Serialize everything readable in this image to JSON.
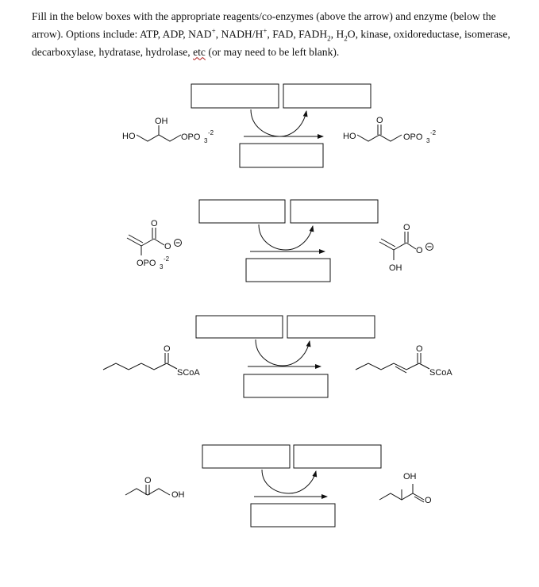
{
  "instructions": {
    "part1": "Fill in the below boxes with the appropriate reagents/co-enzymes (above the arrow) and enzyme (below the arrow).  Options include:  ATP, ADP, NAD",
    "sup_plus1": "+",
    "part2": ", NADH/H",
    "sup_plus2": "+",
    "part3": ", FAD, FADH",
    "sub_2a": "2",
    "part4": ", H",
    "sub_2b": "2",
    "part5": "O, kinase, oxidoreductase, isomerase, decarboxylase, hydratase, hydrolase, ",
    "etc": "etc",
    "part6": " (or may need to be left blank)."
  },
  "labels": {
    "oh": "OH",
    "ho": "HO",
    "o": "O",
    "opo3": "OPO",
    "sub3": "3",
    "charge": "-2",
    "scoa": "SCoA",
    "minus": "−"
  },
  "answer_boxes": {
    "r1_left": "",
    "r1_right": "",
    "r1_enzyme": "",
    "r2_left": "",
    "r2_right": "",
    "r2_enzyme": "",
    "r3_left": "",
    "r3_right": "",
    "r3_enzyme": "",
    "r4_left": "",
    "r4_right": "",
    "r4_enzyme": ""
  }
}
